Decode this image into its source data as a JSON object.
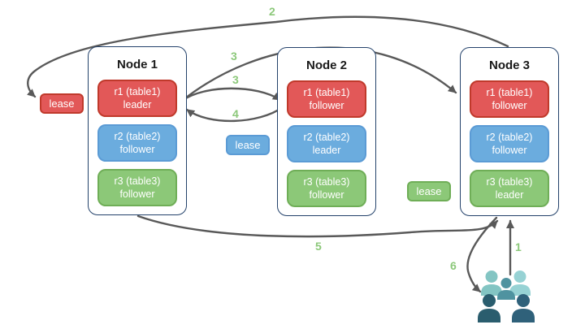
{
  "colors": {
    "red-fill": "#E25858",
    "red-border": "#C0392B",
    "blue-fill": "#6BACDE",
    "blue-border": "#5B9BD5",
    "green-fill": "#8CC878",
    "green-border": "#6FAE57",
    "node-border": "#24426B",
    "arrow": "#595959",
    "step": "#8CC87A",
    "title": "#1A1A1A",
    "users-light": "#83C5C3",
    "users-lighter": "#97D2D4",
    "users-mid": "#4F93A0",
    "users-dark": "#2A5D6E",
    "users-darker": "#2F617A"
  },
  "nodes": [
    {
      "title": "Node 1",
      "replicas": [
        {
          "name": "r1 (table1)",
          "role": "leader",
          "color": "red"
        },
        {
          "name": "r2 (table2)",
          "role": "follower",
          "color": "blue"
        },
        {
          "name": "r3 (table3)",
          "role": "follower",
          "color": "green"
        }
      ]
    },
    {
      "title": "Node 2",
      "replicas": [
        {
          "name": "r1 (table1)",
          "role": "follower",
          "color": "red"
        },
        {
          "name": "r2 (table2)",
          "role": "leader",
          "color": "blue"
        },
        {
          "name": "r3 (table3)",
          "role": "follower",
          "color": "green"
        }
      ]
    },
    {
      "title": "Node 3",
      "replicas": [
        {
          "name": "r1 (table1)",
          "role": "follower",
          "color": "red"
        },
        {
          "name": "r2 (table2)",
          "role": "follower",
          "color": "blue"
        },
        {
          "name": "r3 (table3)",
          "role": "leader",
          "color": "green"
        }
      ]
    }
  ],
  "leases": [
    {
      "label": "lease",
      "color": "red"
    },
    {
      "label": "lease",
      "color": "blue"
    },
    {
      "label": "lease",
      "color": "green"
    }
  ],
  "steps": [
    {
      "text": "2"
    },
    {
      "text": "3"
    },
    {
      "text": "3"
    },
    {
      "text": "4"
    },
    {
      "text": "5"
    },
    {
      "text": "1"
    },
    {
      "text": "6"
    }
  ],
  "icons": {
    "users": "users-group-icon"
  }
}
